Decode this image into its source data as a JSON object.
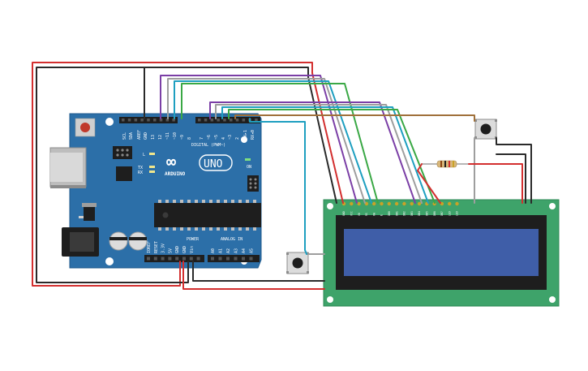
{
  "board": {
    "brand": "ARDUINO",
    "model": "UNO",
    "infinity_symbol": "∞",
    "digital_header": "DIGITAL (PWM~)",
    "digital_pins": [
      "AREF",
      "GND",
      "13",
      "12",
      "~11",
      "~10",
      "~9",
      "8",
      "7",
      "~6",
      "~5",
      "4",
      "~3",
      "2",
      "TX▸1",
      "RX◂0"
    ],
    "top_left_pins": [
      "SCL",
      "SDA"
    ],
    "power_header": "POWER",
    "power_pins": [
      "IOREF",
      "RESET",
      "3.3V",
      "5V",
      "GND",
      "GND",
      "Vin"
    ],
    "analog_header": "ANALOG IN",
    "analog_pins": [
      "A0",
      "A1",
      "A2",
      "A3",
      "A4",
      "A5"
    ],
    "led_labels": [
      "L",
      "TX",
      "RX",
      "ON"
    ],
    "board_color": "#2c6fa8"
  },
  "lcd": {
    "pins": [
      "GND",
      "VCC",
      "V0",
      "RS",
      "RW",
      "E",
      "DB0",
      "DB1",
      "DB2",
      "DB3",
      "DB4",
      "DB5",
      "DB6",
      "DB7",
      "LED",
      "LED"
    ],
    "pcb_color": "#3ea36a",
    "screen_color": "#3f5ea8"
  },
  "colors": {
    "red": "#d32f2f",
    "black": "#2a2a2a",
    "purple": "#7b3fa6",
    "green": "#3aa845",
    "gray": "#9e9e9e",
    "cyan": "#1e9fc0",
    "brown": "#a0703a"
  }
}
